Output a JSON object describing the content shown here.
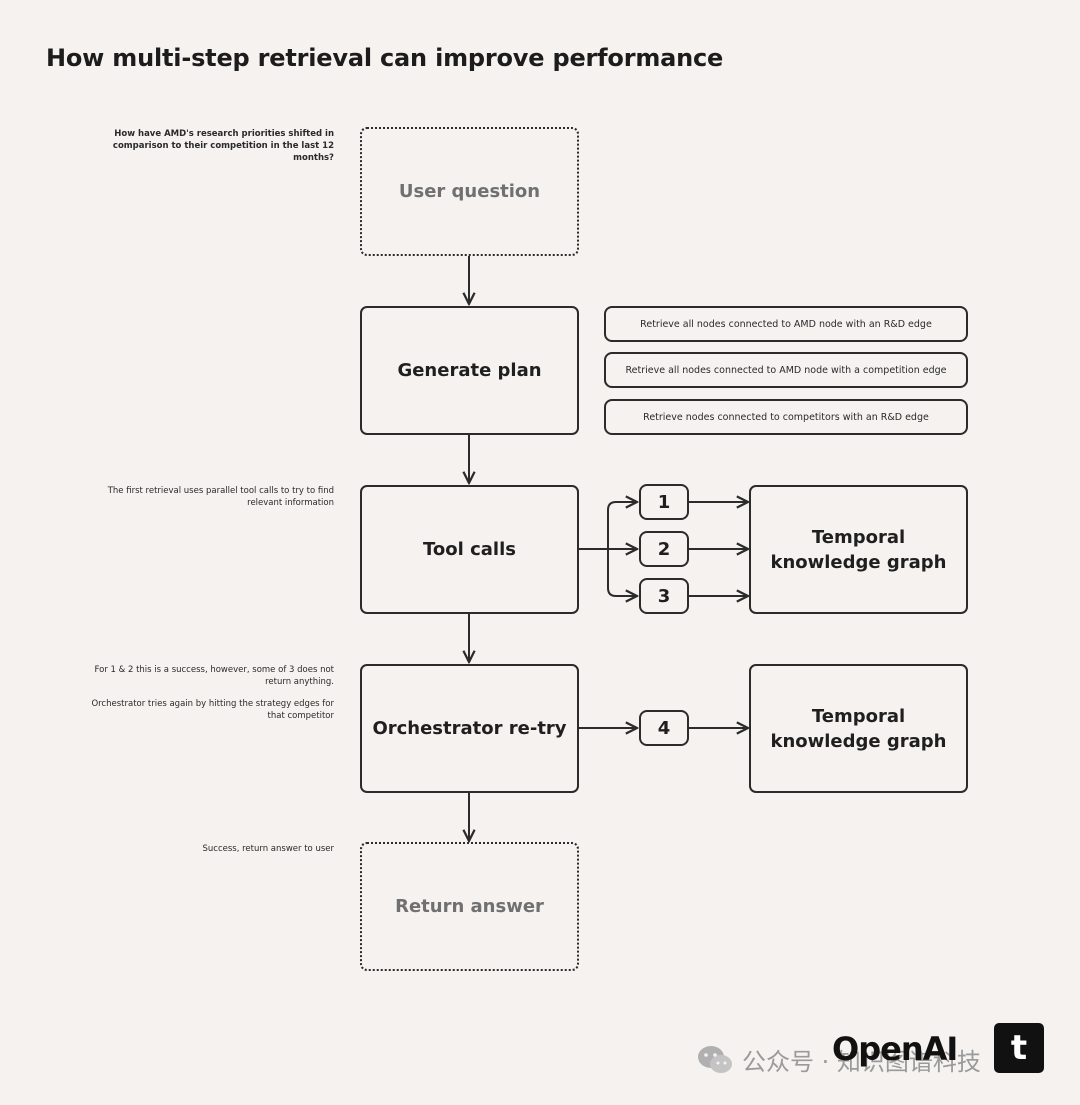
{
  "title": "How multi-step retrieval can improve performance",
  "notes": {
    "question": "How have AMD's research priorities shifted in comparison to their competition in the last 12 months?",
    "first_retrieval": "The first retrieval uses parallel tool calls to try to find relevant information",
    "partial_success": "For 1 & 2 this is a success, however, some of 3 does not return anything.",
    "retry": "Orchestrator tries again by hitting the strategy edges for that competitor",
    "success": "Success, return answer to user"
  },
  "flow": {
    "user_question": "User question",
    "generate_plan": "Generate plan",
    "tool_calls": "Tool calls",
    "orchestrator_retry": "Orchestrator re-try",
    "return_answer": "Return answer"
  },
  "plan_steps": [
    "Retrieve all nodes connected to AMD node with an R&D edge",
    "Retrieve all nodes connected to AMD node with a competition edge",
    "Retrieve nodes connected to competitors with an R&D edge"
  ],
  "tool_numbers": [
    "1",
    "2",
    "3",
    "4"
  ],
  "knowledge_graph_label": "Temporal knowledge graph",
  "footer": {
    "wechat_text": "公众号 · 知识图谱科技",
    "openai": "OpenAI",
    "t_logo": "t"
  }
}
